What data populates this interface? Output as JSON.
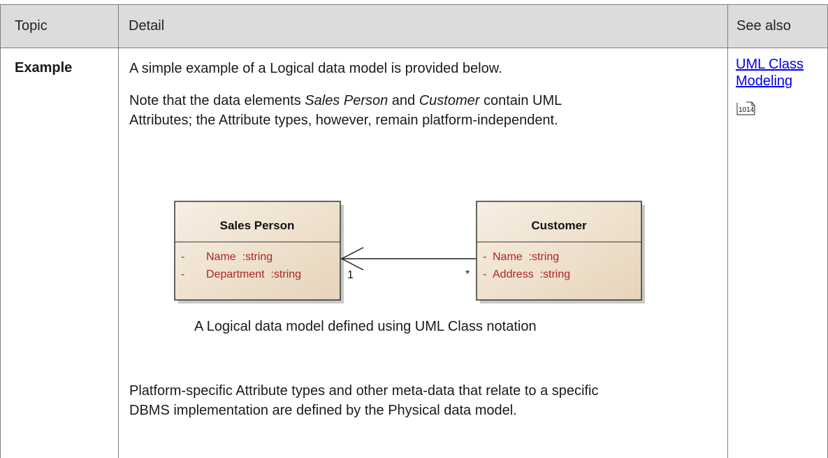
{
  "table": {
    "headers": [
      "Topic",
      "Detail",
      "See also"
    ],
    "row": {
      "topic": "Example",
      "para1": "A simple example of a Logical data model is provided below.",
      "para2_line1_pre": "Note that the data elements ",
      "para2_line1_em1": "Sales Person",
      "para2_line1_mid": " and ",
      "para2_line1_em2": "Customer",
      "para2_line1_post": " contain UML",
      "para2_line2": "Attributes; the Attribute types, however, remain platform-independent.",
      "para3_line1": "Platform-specific Attribute types and other meta-data that relate to a specific",
      "para3_line2": "DBMS implementation are defined by the Physical data model.",
      "see_also_link_line1": "UML Class",
      "see_also_link_line2": "Modeling",
      "see_also_page": "1014"
    }
  },
  "diagram": {
    "caption": "A Logical data model defined using UML Class notation",
    "class_left": {
      "name": "Sales Person",
      "attributes": [
        {
          "visibility": "-",
          "text": "Name  :string"
        },
        {
          "visibility": "-",
          "text": "Department  :string"
        }
      ]
    },
    "class_right": {
      "name": "Customer",
      "attributes": [
        {
          "visibility": "-",
          "text": "Name  :string"
        },
        {
          "visibility": "-",
          "text": "Address  :string"
        }
      ]
    },
    "association": {
      "multiplicity_left": "1",
      "multiplicity_right": "*"
    },
    "colors": {
      "class_fill_top": "#f5ebdc",
      "class_fill_bottom": "#e8d8c0",
      "attribute_text": "#b22222",
      "link": "#0000ee"
    }
  }
}
